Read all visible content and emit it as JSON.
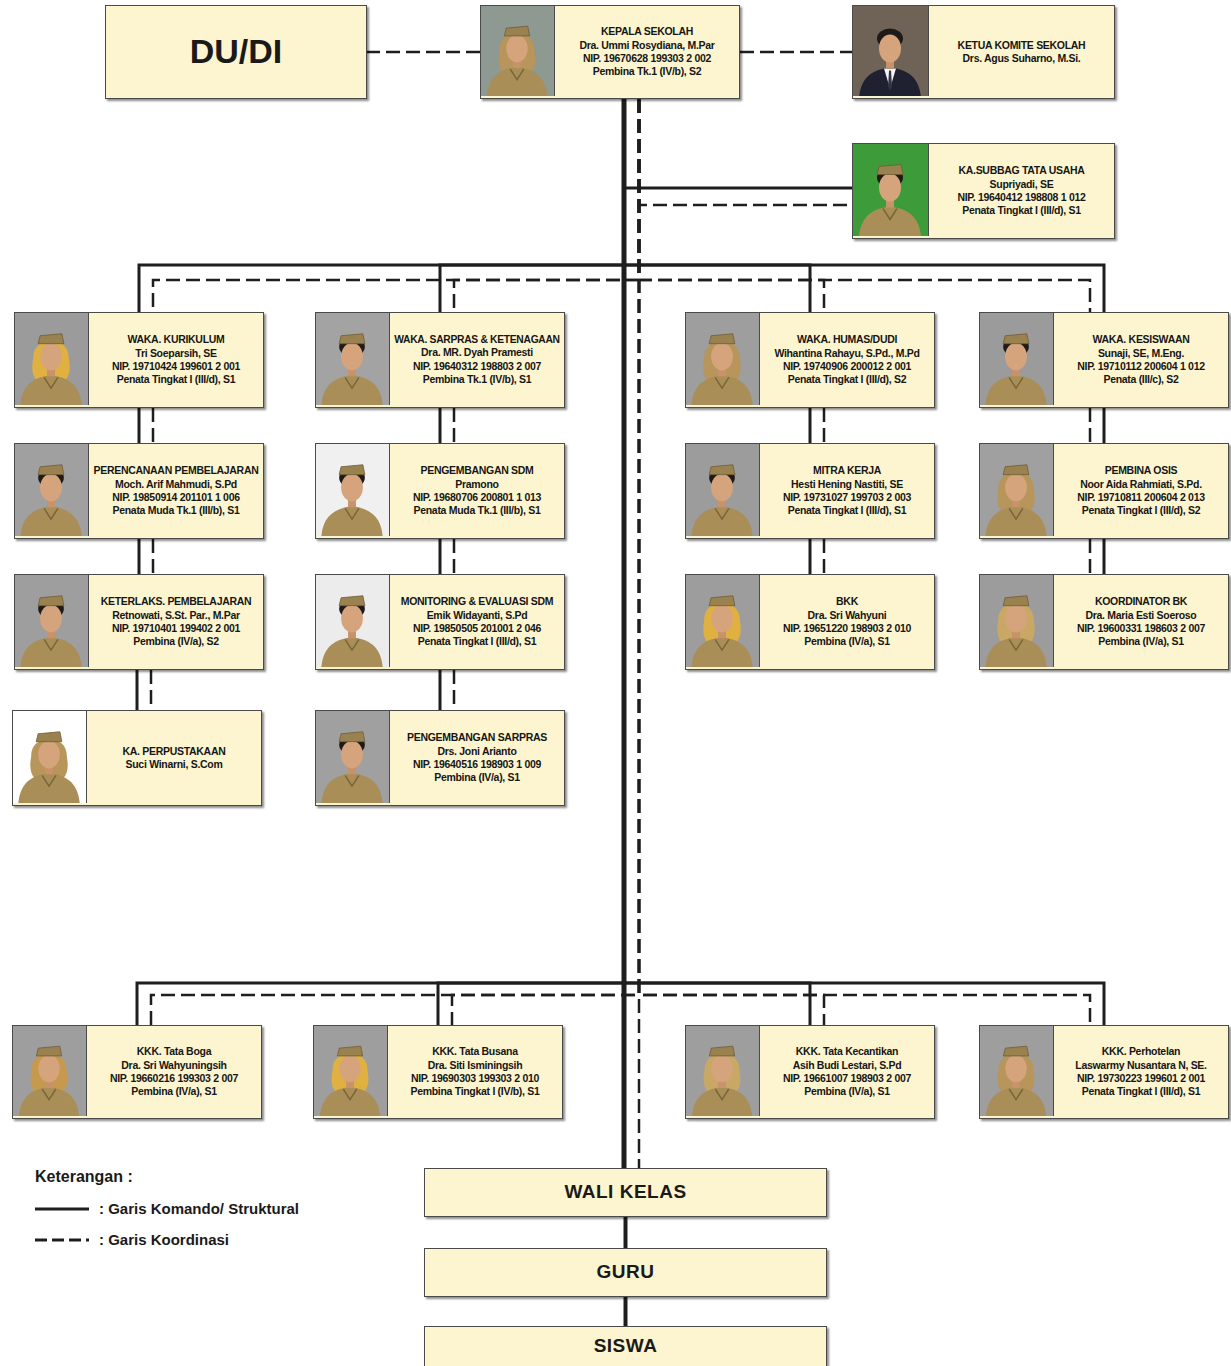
{
  "diagram": {
    "nodes": [
      {
        "text": [
          "DU/DI"
        ]
      },
      {
        "text": [
          "KEPALA SEKOLAH",
          "Dra. Ummi Rosydiana, M.Par",
          "NIP. 19670628 199303 2 002",
          "Pembina Tk.1 (IV/b), S2"
        ]
      },
      {
        "text": [
          "KETUA KOMITE SEKOLAH",
          "Drs. Agus Suharno, M.Si."
        ]
      },
      {
        "text": [
          "KA.SUBBAG TATA USAHA",
          "Supriyadi, SE",
          "NIP. 19640412 198808 1 012",
          "Penata Tingkat I (III/d), S1"
        ]
      },
      {
        "text": [
          "WAKA. KURIKULUM",
          "Tri Soeparsih, SE",
          "NIP. 19710424 199601 2 001",
          "Penata Tingkat I (III/d), S1"
        ]
      },
      {
        "text": [
          "WAKA. SARPRAS & KETENAGAAN",
          "Dra. MR. Dyah Pramesti",
          "NIP. 19640312 198803 2 007",
          "Pembina Tk.1 (IV/b), S1"
        ]
      },
      {
        "text": [
          "WAKA. HUMAS/DUDI",
          "Wihantina Rahayu, S.Pd., M.Pd",
          "NIP. 19740906 200012 2 001",
          "Penata Tingkat I (III/d), S2"
        ]
      },
      {
        "text": [
          "WAKA. KESISWAAN",
          "Sunaji, SE, M.Eng.",
          "NIP. 19710112 200604 1 012",
          "Penata (III/c), S2"
        ]
      },
      {
        "text": [
          "PERENCANAAN PEMBELAJARAN",
          "Moch. Arif Mahmudi, S.Pd",
          "NIP. 19850914 201101 1 006",
          "Penata Muda Tk.1 (III/b), S1"
        ]
      },
      {
        "text": [
          "PENGEMBANGAN SDM",
          "Pramono",
          "NIP. 19680706 200801 1 013",
          "Penata Muda Tk.1 (III/b), S1"
        ]
      },
      {
        "text": [
          "MITRA KERJA",
          "Hesti Hening Nastiti, SE",
          "NIP. 19731027 199703 2 003",
          "Penata Tingkat I (III/d), S1"
        ]
      },
      {
        "text": [
          "PEMBINA OSIS",
          "Noor Aida Rahmiati, S.Pd.",
          "NIP. 19710811 200604 2 013",
          "Penata Tingkat I (III/d), S2"
        ]
      },
      {
        "text": [
          "KETERLAKS. PEMBELAJARAN",
          "Retnowati, S.St. Par., M.Par",
          "NIP. 19710401 199402 2 001",
          "Pembina (IV/a), S2"
        ]
      },
      {
        "text": [
          "MONITORING & EVALUASI SDM",
          "Emik Widayanti, S.Pd",
          "NIP. 19850505 201001 2 046",
          "Penata Tingkat I (III/d), S1"
        ]
      },
      {
        "text": [
          "BKK",
          "Dra. Sri Wahyuni",
          "NIP. 19651220 198903 2 010",
          "Pembina (IV/a), S1"
        ]
      },
      {
        "text": [
          "KOORDINATOR BK",
          "Dra. Maria Esti Soeroso",
          "NIP. 19600331 198603 2 007",
          "Pembina (IV/a), S1"
        ]
      },
      {
        "text": [
          "KA. PERPUSTAKAAN",
          "Suci Winarni, S.Com"
        ]
      },
      {
        "text": [
          "PENGEMBANGAN SARPRAS",
          "Drs. Joni Arianto",
          "NIP. 19640516 198903 1 009",
          "Pembina (IV/a), S1"
        ]
      },
      {
        "text": [
          "KKK. Tata Boga",
          "Dra. Sri Wahyuningsih",
          "NIP. 19660216 199303 2 007",
          "Pembina (IV/a), S1"
        ]
      },
      {
        "text": [
          "KKK. Tata Busana",
          "Dra. Siti Isminingsih",
          "NIP. 19690303 199303 2 010",
          "Pembina Tingkat I (IV/b), S1"
        ]
      },
      {
        "text": [
          "KKK. Tata Kecantikan",
          "Asih Budi Lestari, S.Pd",
          "NIP. 19661007 198903 2 007",
          "Pembina (IV/a), S1"
        ]
      },
      {
        "text": [
          "KKK. Perhotelan",
          "Laswarmy Nusantara N, SE.",
          "NIP. 19730223 199601 2 001",
          "Penata Tingkat I (III/d), S1"
        ]
      },
      {
        "text": [
          "WALI KELAS"
        ]
      },
      {
        "text": [
          "GURU"
        ]
      },
      {
        "text": [
          "SISWA"
        ]
      }
    ],
    "edges": [
      {
        "from": 1,
        "to": 0,
        "arrow": "none"
      },
      {
        "from": 1,
        "to": 2,
        "arrow": "none"
      },
      {
        "from": 1,
        "to": 3,
        "arrow": "none"
      },
      {
        "from": 1,
        "to": 4,
        "arrow": "none"
      },
      {
        "from": 1,
        "to": 5,
        "arrow": "none"
      },
      {
        "from": 1,
        "to": 6,
        "arrow": "none"
      },
      {
        "from": 1,
        "to": 7,
        "arrow": "none"
      },
      {
        "from": 4,
        "to": 8,
        "arrow": "none"
      },
      {
        "from": 8,
        "to": 12,
        "arrow": "none"
      },
      {
        "from": 12,
        "to": 16,
        "arrow": "none"
      },
      {
        "from": 5,
        "to": 9,
        "arrow": "none"
      },
      {
        "from": 9,
        "to": 13,
        "arrow": "none"
      },
      {
        "from": 13,
        "to": 17,
        "arrow": "none"
      },
      {
        "from": 6,
        "to": 10,
        "arrow": "none"
      },
      {
        "from": 10,
        "to": 14,
        "arrow": "none"
      },
      {
        "from": 7,
        "to": 11,
        "arrow": "none"
      },
      {
        "from": 11,
        "to": 15,
        "arrow": "none"
      },
      {
        "from": 1,
        "to": 18,
        "arrow": "none"
      },
      {
        "from": 1,
        "to": 19,
        "arrow": "none"
      },
      {
        "from": 1,
        "to": 20,
        "arrow": "none"
      },
      {
        "from": 1,
        "to": 21,
        "arrow": "none"
      },
      {
        "from": 1,
        "to": 22,
        "arrow": "none"
      },
      {
        "from": 22,
        "to": 23,
        "arrow": "none"
      },
      {
        "from": 23,
        "to": 24,
        "arrow": "none"
      }
    ],
    "labels": [
      "Keterangan :"
    ],
    "legend": [
      {
        "text": ": Garis Komando/ Struktural"
      },
      {
        "text": ": Garis Koordinasi"
      }
    ]
  }
}
